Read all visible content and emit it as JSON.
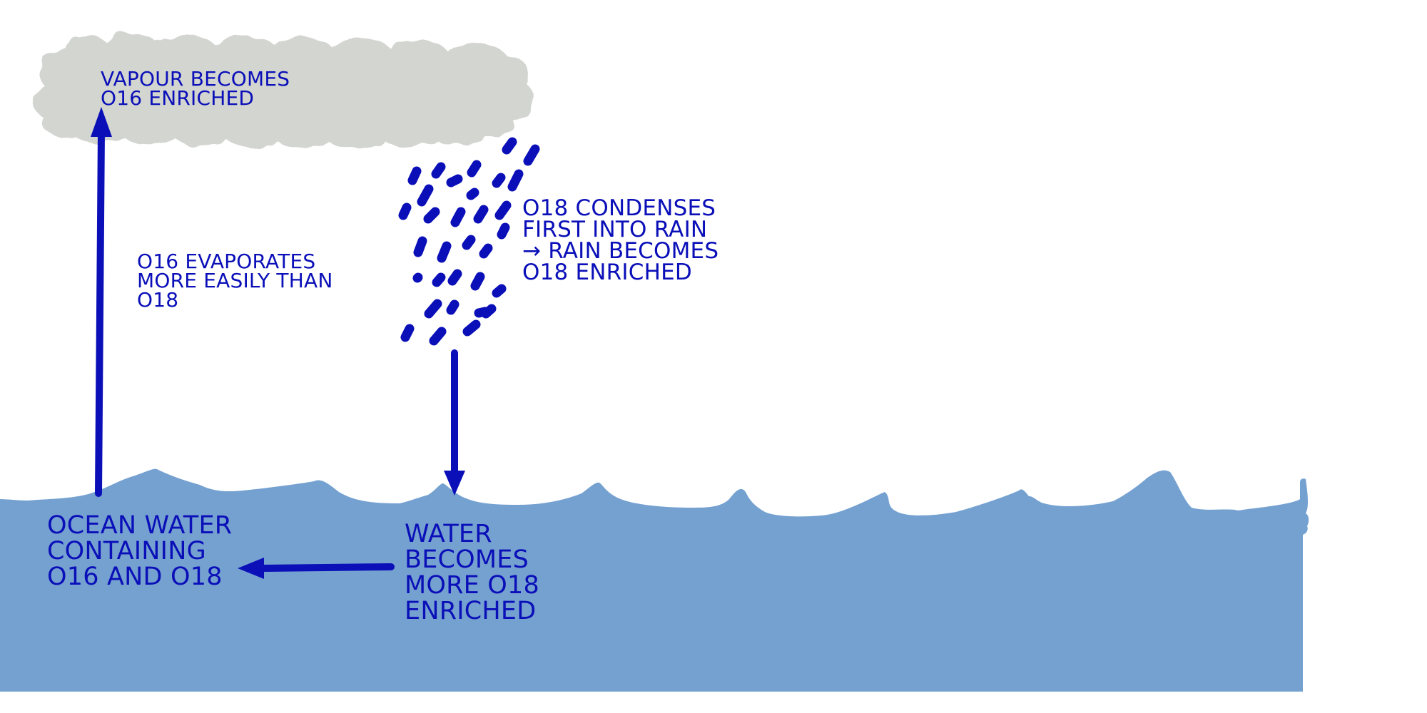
{
  "colors": {
    "ink": "#0a0fb8",
    "ocean": "#75a1d1",
    "cloud": "#d3d5d0",
    "background": "#ffffff"
  },
  "labels": {
    "vapour": "VAPOUR BECOMES\nO16 ENRICHED",
    "evaporates": "O16 EVAPORATES\nMORE EASILY THAN\nO18",
    "condenses": "O18 CONDENSES\nFIRST INTO RAIN\n→ RAIN BECOMES\nO18 ENRICHED",
    "ocean_water": "OCEAN WATER\nCONTAINING\nO16 AND O18",
    "enriched": "WATER\nBECOMES\nMORE O18\nENRICHED"
  }
}
